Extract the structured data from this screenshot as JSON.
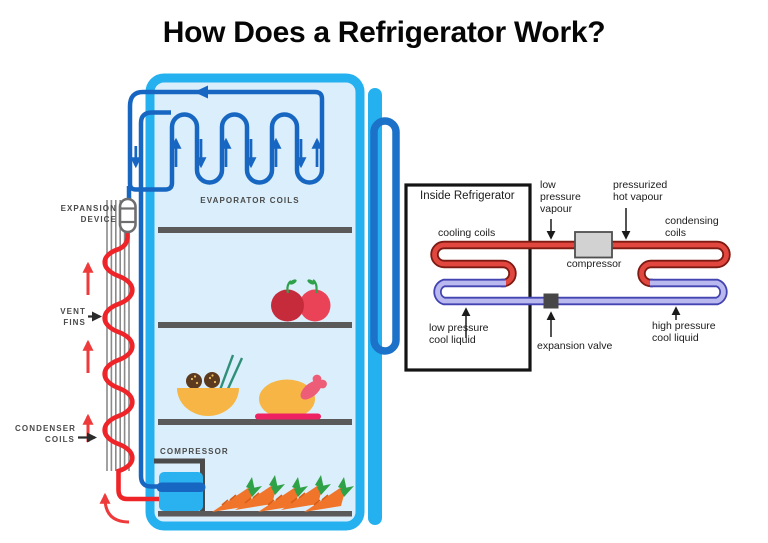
{
  "title": "How Does a Refrigerator Work?",
  "fridge_diagram": {
    "labels": {
      "evaporator_coils": "EVAPORATOR COILS",
      "expansion_device": "EXPANSION DEVICE",
      "vent_fins": "VENT FINS",
      "condenser_coils": "CONDENSER COILS",
      "compressor": "COMPRESSOR"
    },
    "contents": [
      "apples",
      "bowl-of-food-with-chopsticks",
      "roast-turkey-on-plate",
      "carrots"
    ],
    "flow_arrow_icons": [
      "down-arrow-icon",
      "left-arrow-icon",
      "up-arrow-icon"
    ]
  },
  "schematic": {
    "box_title": "Inside Refrigerator",
    "labels": {
      "cooling_coils": "cooling coils",
      "low_pressure_vapour": "low pressure vapour",
      "pressurized_hot_vapour": "pressurized hot vapour",
      "condensing_coils": "condensing coils",
      "compressor": "compressor",
      "low_pressure_cool_liquid": "low pressure cool liquid",
      "expansion_valve": "expansion valve",
      "high_pressure_cool_liquid": "high pressure cool liquid"
    }
  },
  "colors": {
    "fridge_outline": "#25b1ef",
    "fridge_interior": "#daeffb",
    "cold_pipe": "#1766c2",
    "hot_pipe": "#ee2429",
    "shelf": "#5a5a5a",
    "label_gray": "#4a4a4a",
    "schematic_hot_fill": "#e2473f",
    "schematic_hot_outline": "#7d1a12",
    "schematic_cold_fill": "#b9b9ef",
    "schematic_cold_outline": "#4343b2",
    "schematic_component_gray": "#d2d2d2"
  }
}
